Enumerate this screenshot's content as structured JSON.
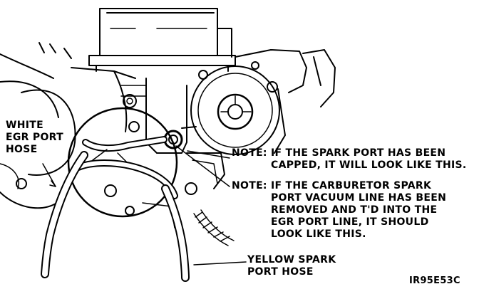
{
  "callouts": {
    "white_hose": [
      "WHITE",
      "EGR PORT",
      "HOSE"
    ],
    "yellow_hose": [
      "YELLOW SPARK",
      "PORT HOSE"
    ]
  },
  "notes": [
    {
      "head": "NOTE:",
      "lines": [
        "IF THE SPARK PORT HAS BEEN",
        "CAPPED, IT WILL LOOK LIKE THIS."
      ]
    },
    {
      "head": "NOTE:",
      "lines": [
        "IF THE CARBURETOR SPARK",
        "PORT VACUUM LINE HAS BEEN",
        "REMOVED AND T'D INTO THE",
        "EGR PORT LINE, IT SHOULD",
        "LOOK LIKE THIS."
      ]
    }
  ],
  "figure_id": "IR95E53C"
}
